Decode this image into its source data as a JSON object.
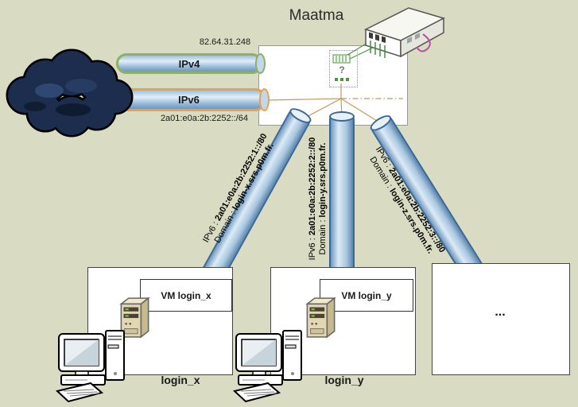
{
  "page": {
    "title": "Maatma"
  },
  "wan": {
    "ipv4": {
      "label": "IPv4",
      "address": "82.64.31.248"
    },
    "ipv6": {
      "label": "IPv6",
      "prefix": "2a01:e0a:2b:2252::/64"
    }
  },
  "router": {
    "unknown_mark": "?"
  },
  "links": [
    {
      "ipv6_prefix": "IPv6 : ",
      "ipv6_value": "2a01:e0a:2b:2252:1::/80",
      "domain_prefix": "Domain : ",
      "domain_value": "login-x.srs.p0m.fr."
    },
    {
      "ipv6_prefix": "IPv6 : ",
      "ipv6_value": "2a01:e0a:2b:2252:2::/80",
      "domain_prefix": "Domain : ",
      "domain_value": "login-y.srs.p0m.fr."
    },
    {
      "ipv6_prefix": "IPv6 : ",
      "ipv6_value": "2a01:e0a:2b:2252:3::/80",
      "domain_prefix": "Domain : ",
      "domain_value": "login-z.srs.p0m.fr."
    }
  ],
  "hosts": [
    {
      "vm_label": "VM login_x",
      "name": "login_x"
    },
    {
      "vm_label": "VM login_y",
      "name": "login_y"
    },
    {
      "placeholder": "..."
    }
  ],
  "colors": {
    "background": "#d9dcc2",
    "ipv4_accent": "#8fae68",
    "ipv6_accent": "#e8a04e",
    "pipe_fill": "#8fb6d8",
    "pipe_border": "#3a6795",
    "wire_tan": "#c49a5b",
    "wire_green": "#4d9440"
  }
}
